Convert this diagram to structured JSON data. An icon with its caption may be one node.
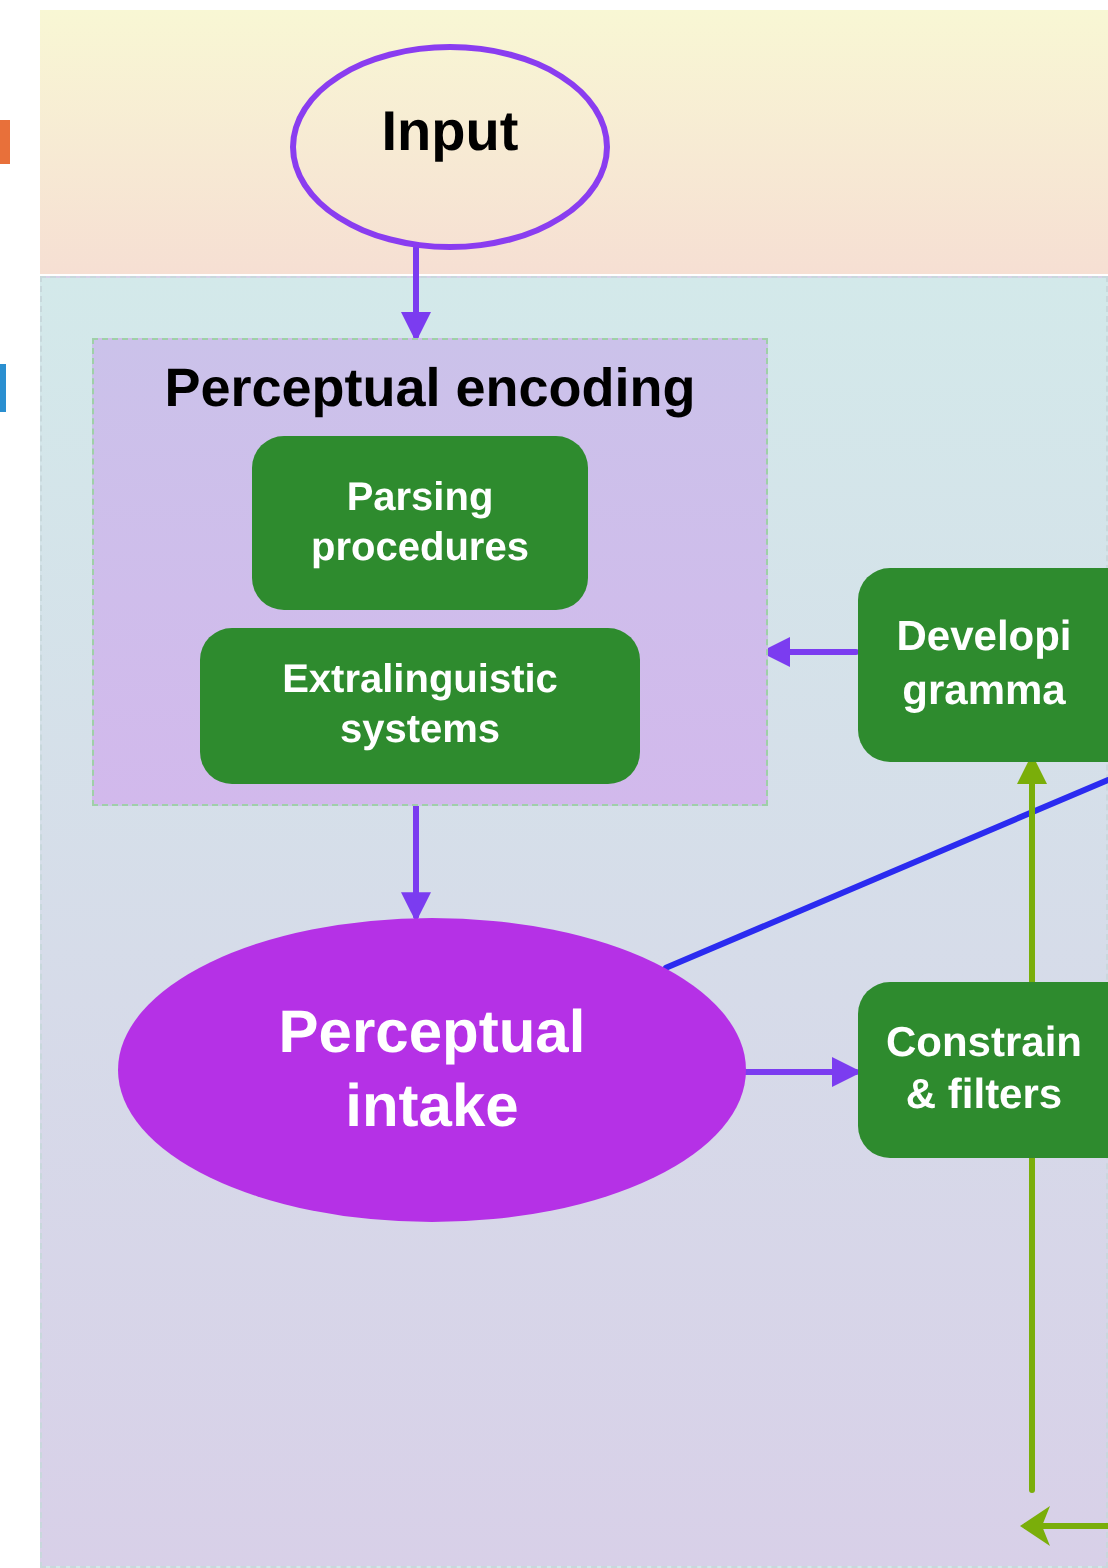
{
  "diagram": {
    "nodes": [
      {
        "text": [],
        "shape": "band"
      },
      {
        "text": [
          "Input"
        ],
        "in": 0
      },
      {
        "text": [],
        "shape": "band"
      },
      {
        "text": [
          "Perceptual encoding"
        ],
        "in": 2
      },
      {
        "text": [
          "Parsing procedures"
        ],
        "in": 3
      },
      {
        "text": [
          "Extralinguistic systems"
        ],
        "in": 3
      },
      {
        "text": [
          "Developi gramma"
        ],
        "in": 2
      },
      {
        "text": [
          "Perceptual intake"
        ],
        "in": 2
      },
      {
        "text": [
          "Constrain & filters"
        ],
        "in": 2
      }
    ],
    "edges": [
      {
        "from": 1,
        "to": 3,
        "arrow": "to"
      },
      {
        "from": 6,
        "to": 3,
        "arrow": "to"
      },
      {
        "from": 3,
        "to": 7,
        "arrow": "to"
      },
      {
        "from": 7,
        "to": 8,
        "arrow": "to"
      },
      {
        "from": 7,
        "to": null,
        "arrow": "none",
        "color": "#2b2bf0"
      },
      {
        "from": null,
        "to": 6,
        "arrow": "to",
        "color": "#7aae0a"
      }
    ]
  }
}
